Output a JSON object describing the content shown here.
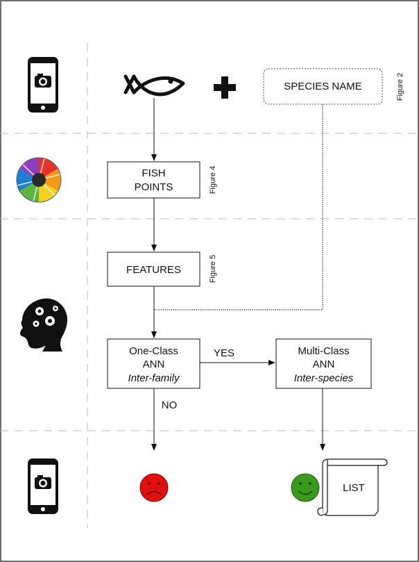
{
  "inputs": {
    "species_label": "SPECIES NAME",
    "species_figure_ref": "Figure 2"
  },
  "nodes": {
    "fish_points": {
      "line1": "FISH",
      "line2": "POINTS",
      "figure_ref": "Figure 4"
    },
    "features": {
      "label": "FEATURES",
      "figure_ref": "Figure 5"
    },
    "one_class": {
      "line1": "One-Class",
      "line2": "ANN",
      "line3": "Inter-family"
    },
    "multi_class": {
      "line1": "Multi-Class",
      "line2": "ANN",
      "line3": "Inter-species"
    }
  },
  "edges": {
    "yes_label": "YES",
    "no_label": "NO"
  },
  "outputs": {
    "list_label": "LIST"
  },
  "colors": {
    "sad_face": "#e01010",
    "happy_face": "#3a9a1e",
    "line": "#111111",
    "separator": "#b8b8b8"
  },
  "icons": {
    "phone_top": "smartphone-camera-icon",
    "aperture": "aperture-icon",
    "brain": "head-gears-icon",
    "phone_bottom": "smartphone-camera-icon"
  }
}
